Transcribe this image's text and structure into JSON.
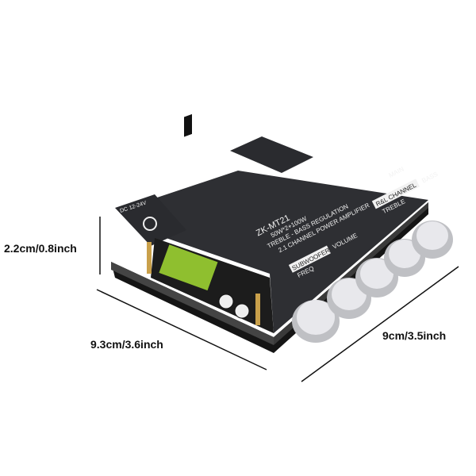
{
  "dimensions": {
    "height": "2.2cm/0.8inch",
    "length": "9.3cm/3.6inch",
    "width": "9cm/3.5inch"
  },
  "board": {
    "model": "ZK-MT21",
    "power": "50W*2+100W",
    "line1": "TREBLE - BASS REGULATION",
    "line2": "2.1 CHANNEL POWER AMPLIFIER",
    "subwoofer": "SUBWOOFER",
    "freq": "FREQ",
    "volume": "VOLUME",
    "lr_channel": "R&L CHANNEL",
    "treble": "TREBLE",
    "bass": "BASS",
    "main": "MAIN",
    "silk": "MT21",
    "dc": "DC 12-24V",
    "colors": {
      "plate": "#2e2f33",
      "pcb": "#1a1a1a",
      "knob": "#d8d8dc"
    }
  }
}
